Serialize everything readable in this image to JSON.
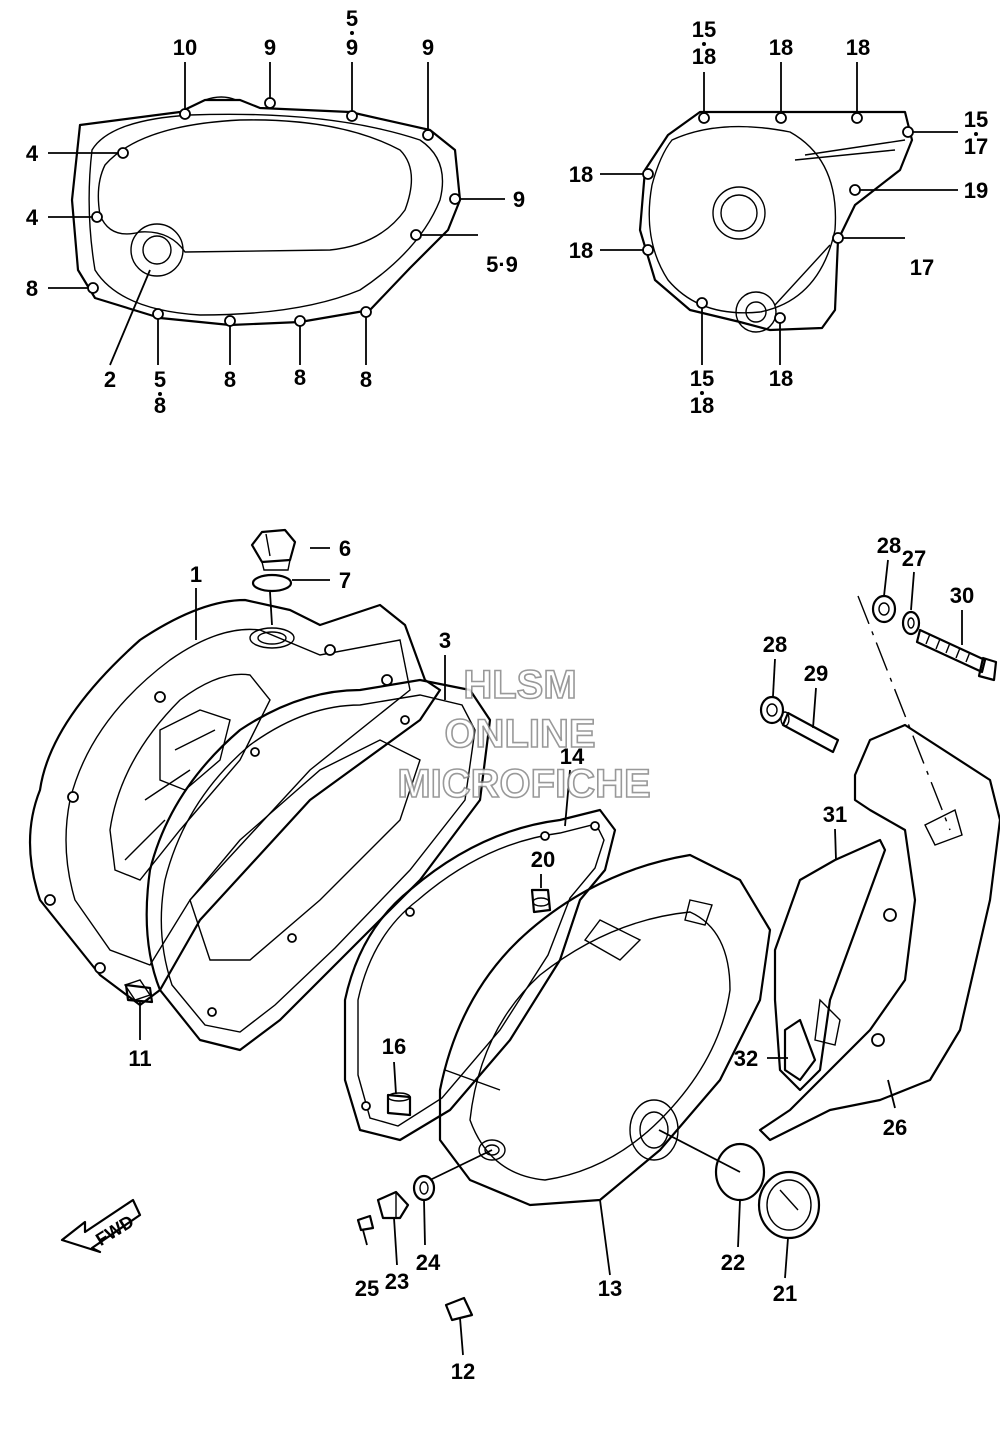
{
  "watermark": {
    "line1": "HLSM",
    "line2": "ONLINE",
    "line3": "MICROFICHE"
  },
  "fwd_badge": "FWD",
  "callouts": [
    {
      "id": "c10",
      "text": "10"
    },
    {
      "id": "c9a",
      "text": "9"
    },
    {
      "id": "c59top",
      "text": "5"
    },
    {
      "id": "c59bot",
      "text": "9"
    },
    {
      "id": "c9b",
      "text": "9"
    },
    {
      "id": "c4a",
      "text": "4"
    },
    {
      "id": "c4b",
      "text": "4"
    },
    {
      "id": "c9c",
      "text": "9"
    },
    {
      "id": "c59r",
      "text": "5·9"
    },
    {
      "id": "c8a",
      "text": "8"
    },
    {
      "id": "c2",
      "text": "2"
    },
    {
      "id": "c58top",
      "text": "5"
    },
    {
      "id": "c58bot",
      "text": "8"
    },
    {
      "id": "c8b",
      "text": "8"
    },
    {
      "id": "c8c",
      "text": "8"
    },
    {
      "id": "c8d",
      "text": "8"
    },
    {
      "id": "c1518top",
      "text": "15"
    },
    {
      "id": "c1518bot",
      "text": "18"
    },
    {
      "id": "c18a",
      "text": "18"
    },
    {
      "id": "c18b",
      "text": "18"
    },
    {
      "id": "c1517top",
      "text": "15"
    },
    {
      "id": "c1517bot",
      "text": "17"
    },
    {
      "id": "c18c",
      "text": "18"
    },
    {
      "id": "c19",
      "text": "19"
    },
    {
      "id": "c18d",
      "text": "18"
    },
    {
      "id": "c17",
      "text": "17"
    },
    {
      "id": "c1518btop",
      "text": "15"
    },
    {
      "id": "c1518bbot",
      "text": "18"
    },
    {
      "id": "c18e",
      "text": "18"
    },
    {
      "id": "c6",
      "text": "6"
    },
    {
      "id": "c7",
      "text": "7"
    },
    {
      "id": "c1",
      "text": "1"
    },
    {
      "id": "c3",
      "text": "3"
    },
    {
      "id": "c14",
      "text": "14"
    },
    {
      "id": "c20",
      "text": "20"
    },
    {
      "id": "c11",
      "text": "11"
    },
    {
      "id": "c16",
      "text": "16"
    },
    {
      "id": "c28a",
      "text": "28"
    },
    {
      "id": "c27",
      "text": "27"
    },
    {
      "id": "c30",
      "text": "30"
    },
    {
      "id": "c28b",
      "text": "28"
    },
    {
      "id": "c29",
      "text": "29"
    },
    {
      "id": "c31",
      "text": "31"
    },
    {
      "id": "c32",
      "text": "32"
    },
    {
      "id": "c26",
      "text": "26"
    },
    {
      "id": "c22",
      "text": "22"
    },
    {
      "id": "c21",
      "text": "21"
    },
    {
      "id": "c13",
      "text": "13"
    },
    {
      "id": "c25",
      "text": "25"
    },
    {
      "id": "c23",
      "text": "23"
    },
    {
      "id": "c24",
      "text": "24"
    },
    {
      "id": "c12",
      "text": "12"
    }
  ]
}
